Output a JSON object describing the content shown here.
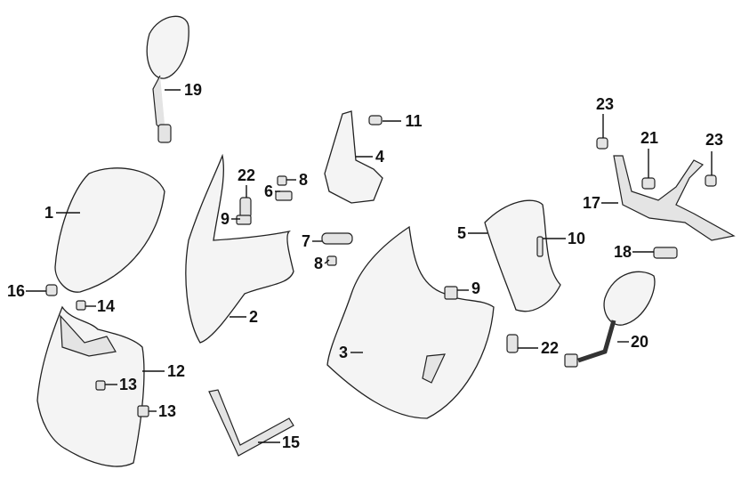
{
  "diagram": {
    "title": "Fairing / cowl parts exploded view",
    "callouts": [
      {
        "id": "c19",
        "text": "19"
      },
      {
        "id": "c11",
        "text": "11"
      },
      {
        "id": "c23a",
        "text": "23"
      },
      {
        "id": "c21",
        "text": "21"
      },
      {
        "id": "c23b",
        "text": "23"
      },
      {
        "id": "c4",
        "text": "4"
      },
      {
        "id": "c22a",
        "text": "22"
      },
      {
        "id": "c8a",
        "text": "8"
      },
      {
        "id": "c6",
        "text": "6"
      },
      {
        "id": "c1",
        "text": "1"
      },
      {
        "id": "c9a",
        "text": "9"
      },
      {
        "id": "c17",
        "text": "17"
      },
      {
        "id": "c5",
        "text": "5"
      },
      {
        "id": "c10",
        "text": "10"
      },
      {
        "id": "c7",
        "text": "7"
      },
      {
        "id": "c18",
        "text": "18"
      },
      {
        "id": "c8b",
        "text": "8"
      },
      {
        "id": "c16",
        "text": "16"
      },
      {
        "id": "c9b",
        "text": "9"
      },
      {
        "id": "c14",
        "text": "14"
      },
      {
        "id": "c2",
        "text": "2"
      },
      {
        "id": "c20",
        "text": "20"
      },
      {
        "id": "c3",
        "text": "3"
      },
      {
        "id": "c22b",
        "text": "22"
      },
      {
        "id": "c12",
        "text": "12"
      },
      {
        "id": "c13a",
        "text": "13"
      },
      {
        "id": "c13b",
        "text": "13"
      },
      {
        "id": "c15",
        "text": "15"
      }
    ]
  }
}
